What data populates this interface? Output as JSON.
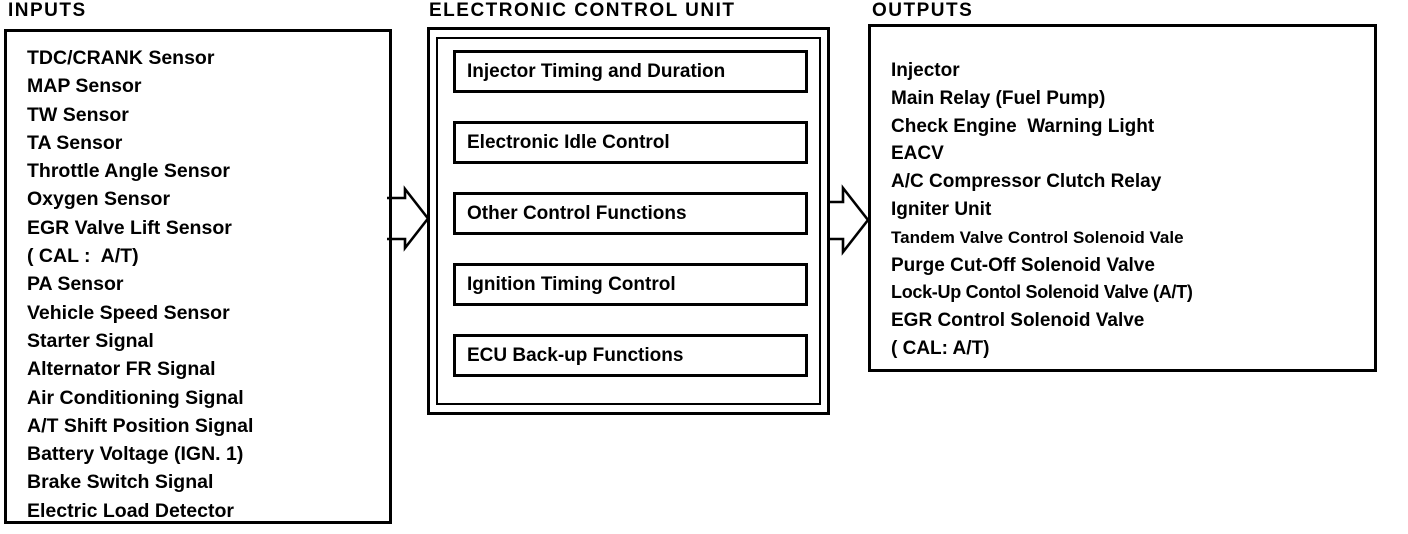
{
  "inputs": {
    "heading": "INPUTS",
    "items": [
      "TDC/CRANK Sensor",
      "MAP Sensor",
      "TW Sensor",
      "TA Sensor",
      "Throttle Angle Sensor",
      "Oxygen Sensor",
      "EGR Valve Lift Sensor",
      "( CAL :  A/T)",
      "PA Sensor",
      "Vehicle Speed Sensor",
      "Starter Signal",
      "Alternator FR Signal",
      "Air Conditioning Signal",
      "A/T Shift Position Signal",
      "Battery Voltage (IGN. 1)",
      "Brake Switch Signal",
      "Electric Load Detector"
    ]
  },
  "ecu": {
    "heading": "ELECTRONIC CONTROL UNIT",
    "functions": [
      "Injector Timing and Duration",
      "Electronic Idle Control",
      "Other Control Functions",
      "Ignition Timing Control",
      "ECU Back-up Functions"
    ]
  },
  "outputs": {
    "heading": "OUTPUTS",
    "items": [
      "Injector",
      "Main Relay (Fuel Pump)",
      "Check Engine  Warning Light",
      "EACV",
      "A/C Compressor Clutch Relay",
      "Igniter Unit",
      "Tandem Valve Control Solenoid Vale",
      "Purge Cut-Off Solenoid Valve",
      "Lock-Up Contol Solenoid Valve (A/T)",
      "EGR Control Solenoid Valve",
      "( CAL: A/T)"
    ]
  },
  "icons": {
    "flow_arrow": "open-block-arrow-pointing-right"
  },
  "colors": {
    "ink": "#000000",
    "background": "#ffffff"
  }
}
